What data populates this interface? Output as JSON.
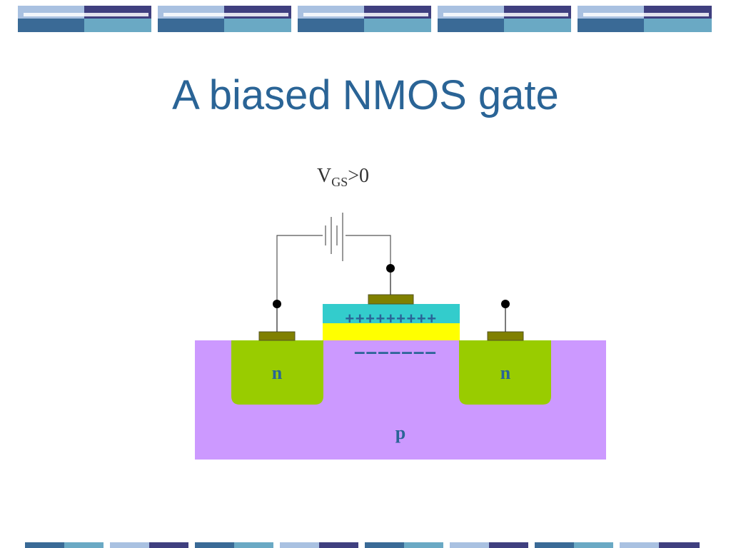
{
  "slide": {
    "title": "A biased NMOS gate"
  },
  "diagram": {
    "voltage_label": {
      "main": "V",
      "subscript": "GS",
      "suffix": ">0"
    },
    "gate_charges": "+++++++++",
    "channel_charges": "–––––––",
    "source_label": "n",
    "drain_label": "n",
    "substrate_label": "p"
  },
  "colors": {
    "title": "#2a6496",
    "substrate": "#cc99ff",
    "n_region": "#99cc00",
    "oxide": "#ffff00",
    "gate": "#33cccc",
    "contact": "#808000",
    "region_label": "#2a6496",
    "wire": "#555555",
    "banner_dark": "#3f3f7f",
    "banner_mid": "#3a6a96",
    "banner_light": "#a9c1e1",
    "banner_teal": "#6aa9c4"
  }
}
